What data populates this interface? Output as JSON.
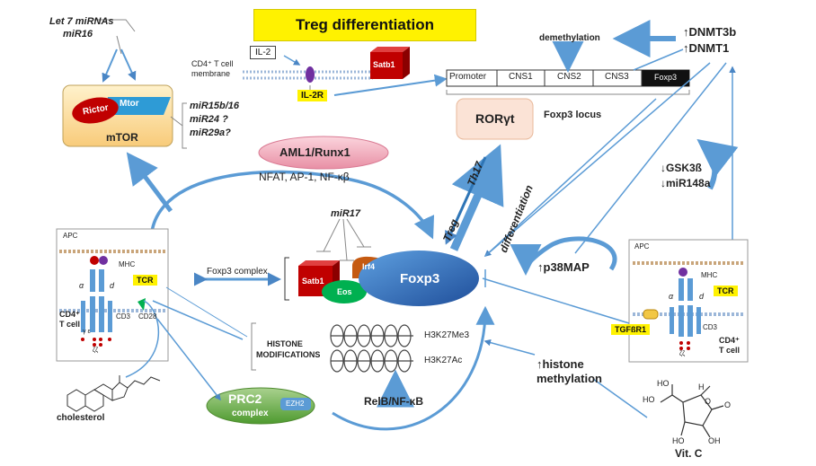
{
  "title": "Treg differentiation",
  "mirna_top": [
    "Let 7 miRNAs",
    "miR16"
  ],
  "il2": "IL-2",
  "membrane_label": [
    "CD4⁺ T cell",
    "membrane"
  ],
  "il2r": "IL-2R",
  "satb1": "Satb1",
  "foxp3_locus": {
    "segments": [
      "Promoter",
      "CNS1",
      "CNS2",
      "CNS3",
      "Foxp3"
    ],
    "label": "Foxp3 locus"
  },
  "demethylation": "demethylation",
  "dnmt": [
    "↑DNMT3b",
    "↑DNMT1"
  ],
  "mtor_box": {
    "rictor": "Rictor",
    "mtor": "Mtor",
    "label": "mTOR"
  },
  "mirna_mtor": [
    "miR15b/16",
    "miR24 ?",
    "miR29a?"
  ],
  "rorgt": "RORγt",
  "aml1": "AML1/Runx1",
  "nfat": "NFAT, AP-1, NF-κβ",
  "th17": "Th17",
  "differentiation": "differentiation",
  "treg": "Treg",
  "gsk": [
    "↓GSK3ß",
    "↓miR148a"
  ],
  "mir17": "miR17",
  "foxp3_complex": {
    "satb1": "Satb1",
    "irf4": "Irf4",
    "eos": "Eos",
    "foxp3": "Foxp3",
    "label": "Foxp3 complex"
  },
  "p38": "↑p38MAP",
  "apc_left": {
    "apc": "APC",
    "mhc": "MHC",
    "tcr": "TCR",
    "cd4": [
      "CD4⁺",
      "T cell"
    ],
    "cd3": "CD3",
    "cd28": "CD28",
    "alpha": "α",
    "delta": "d",
    "gamma_eps": "γ ε",
    "zeta": "ζζ"
  },
  "apc_right": {
    "apc": "APC",
    "mhc": "MHC",
    "tcr": "TCR",
    "tgfbr1": "TGFßR1",
    "cd3": "CD3",
    "cd4": [
      "CD4⁺",
      "T cell"
    ],
    "alpha": "α",
    "delta": "d",
    "zeta": "ζζ"
  },
  "histone_mod": [
    "HISTONE",
    "MODIFICATIONS"
  ],
  "h3k27me3": "H3K27Me3",
  "h3k27ac": "H3K27Ac",
  "histone_methylation": [
    "↑histone",
    "methylation"
  ],
  "prc2": {
    "label": "PRC2",
    "sub": "complex",
    "ezh2": "EZH2"
  },
  "relb": "RelB/NF-κB",
  "cholesterol": "cholesterol",
  "vitc": "Vit. C",
  "vitc_atoms": [
    "HO",
    "HO",
    "H",
    "O",
    "O",
    "HO",
    "OH"
  ],
  "colors": {
    "arrow": "#5b9bd5",
    "title_bg": "#fff200",
    "foxp3": "#2e75b6",
    "satb1": "#c00000",
    "irf4": "#c55a11",
    "eos": "#00b050",
    "prc2": "#70ad47",
    "aml1": "#f4b6c2"
  }
}
